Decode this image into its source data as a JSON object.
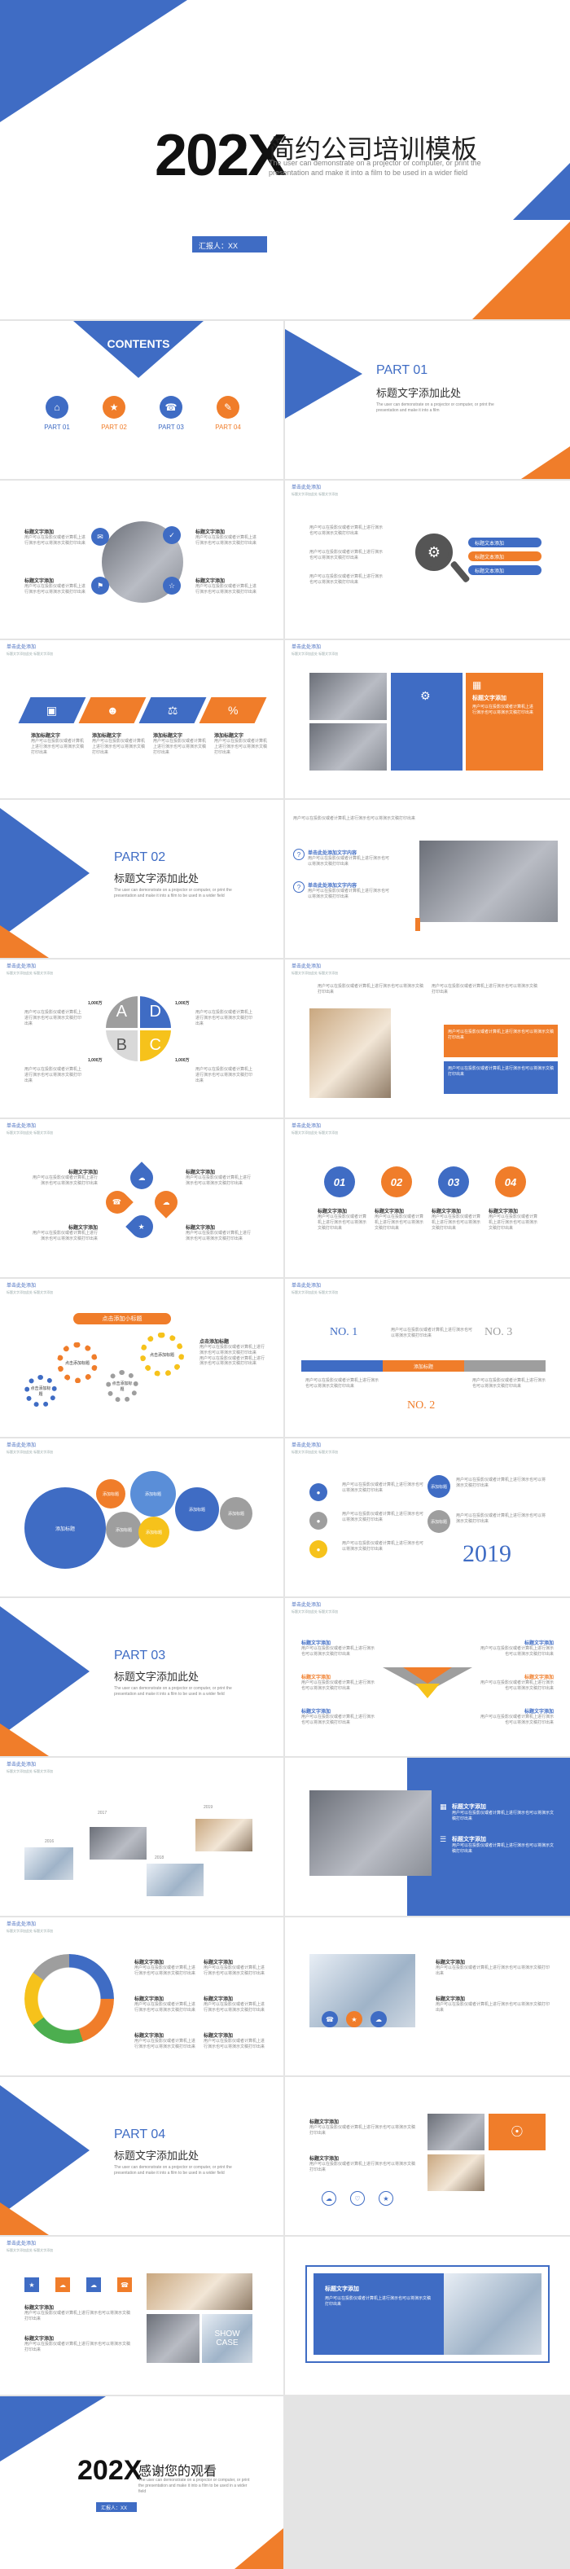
{
  "cover": {
    "year": "202X",
    "title": "简约公司培训模板",
    "desc": "The user can demonstrate on a projector or computer, or print the presentation and make it into a film to be used in a wider field",
    "presenter": "汇报人：XX"
  },
  "contents": {
    "heading": "CONTENTS",
    "items": [
      "PART 01",
      "PART 02",
      "PART 03",
      "PART 04"
    ]
  },
  "parts": [
    {
      "num": "PART 01",
      "title": "标题文字添加此处",
      "desc": "The user can demonstrate on a projector or computer, or print the presentation and make it into a film"
    },
    {
      "num": "PART 02",
      "title": "标题文字添加此处",
      "desc": "The user can demonstrate on a projector or computer, or print the presentation and make it into a film to be used in a wider field"
    },
    {
      "num": "PART 03",
      "title": "标题文字添加此处",
      "desc": "The user can demonstrate on a projector or computer, or print the presentation and make it into a film to be used in a wider field"
    },
    {
      "num": "PART 04",
      "title": "标题文字添加此处",
      "desc": "The user can demonstrate on a projector or computer, or print the presentation and make it into a film to be used in a wider field"
    }
  ],
  "common": {
    "header": "单击此处添加",
    "header_sub": "标题文字添加此处 标题文字添加",
    "item_title": "标题文字添加",
    "item_text": "用户可以在投影仪或者计算机上进行演示也可以将演示文稿打印出来",
    "short_text": "单击此处添加文字内容",
    "add_title": "标题文本添加",
    "add_title2": "添加标题文字",
    "add_title3": "添加标题",
    "click_text": "点击添加标题"
  },
  "slides": {
    "puzzle": [
      "A",
      "D",
      "B",
      "C"
    ],
    "puzzle_labels": [
      "1,000万",
      "1,000万",
      "1,000万",
      "1,000万"
    ],
    "circles_nums": [
      "01",
      "02",
      "03",
      "04"
    ],
    "gear_banner": "点击添加小标题",
    "gear_labels": [
      "点击添加标题",
      "点击添加标题",
      "点击添加标题",
      "点击添加标题"
    ],
    "timeline_nums": [
      "NO. 1",
      "NO. 2",
      "NO. 3"
    ],
    "timeline_mid": "添加标题",
    "bubble_labels": [
      "添加标题",
      "添加标题",
      "添加标题",
      "添加标题",
      "添加标题",
      "添加标题",
      "添加标题"
    ],
    "year_big": "2019",
    "step_labels": [
      "2016",
      "2017",
      "2018",
      "2019"
    ],
    "show_case": [
      "SHOW",
      "CASE"
    ],
    "end_year": "202X",
    "end_title": "感谢您的观看",
    "end_presenter": "汇报人：XX"
  },
  "colors": {
    "blue": "#3f6cc4",
    "orange": "#f07d2a",
    "yellow": "#f6c21b",
    "gray": "#9e9e9e",
    "green": "#4cae4f"
  }
}
